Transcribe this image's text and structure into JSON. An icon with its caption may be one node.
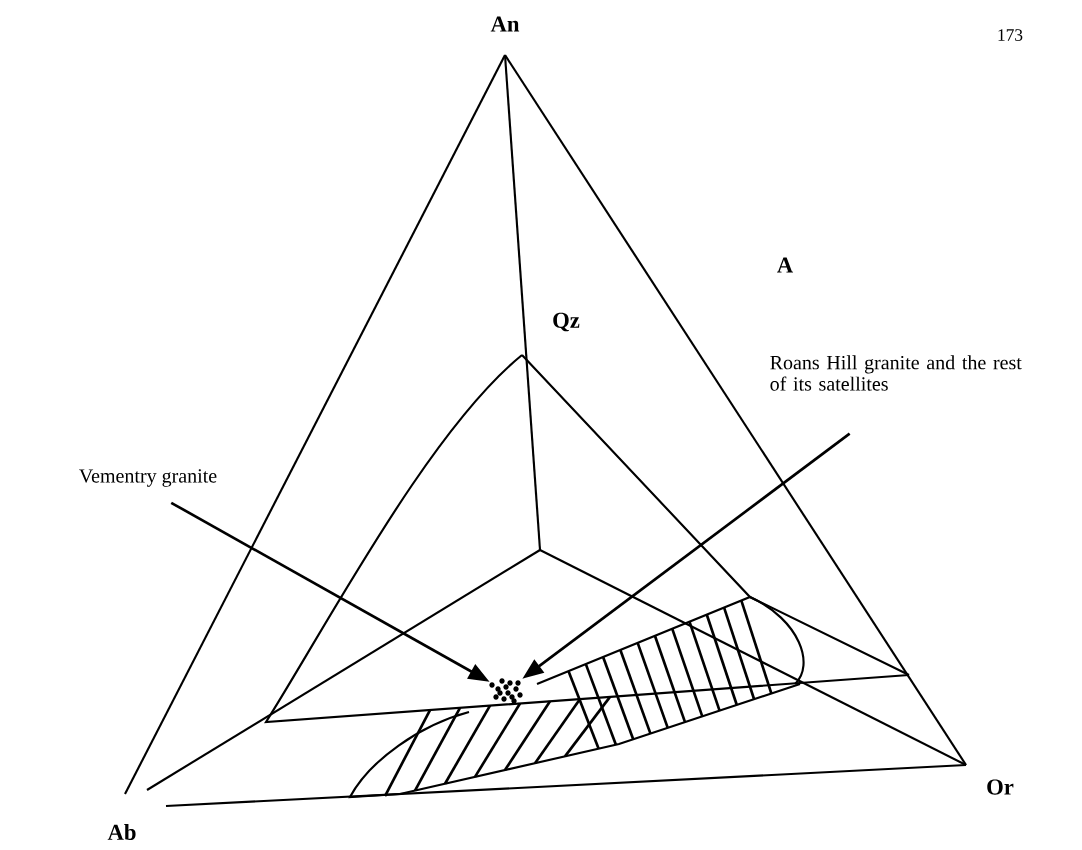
{
  "diagram": {
    "nodes": [
      {
        "text": [
          "Vementry granite"
        ]
      },
      {
        "text": [
          "Roans Hill granite and the rest of its satellites"
        ]
      },
      {
        "text": [],
        "shape": "picture"
      }
    ],
    "edges": [
      {
        "from": 0,
        "to": 2,
        "arrow": "to"
      },
      {
        "from": 1,
        "to": 2,
        "arrow": "to"
      }
    ],
    "labels": [
      "173",
      "An",
      "A",
      "Qz",
      "Ab",
      "Or"
    ]
  }
}
